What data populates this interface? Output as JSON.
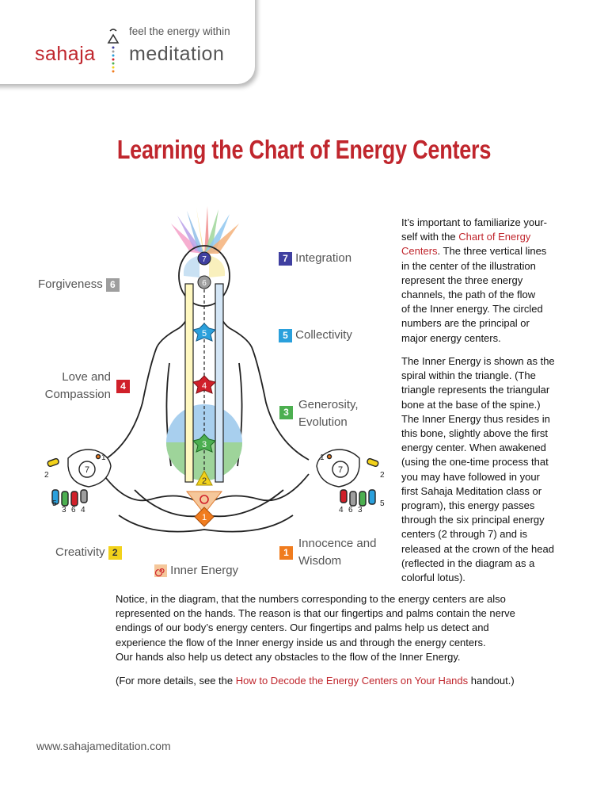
{
  "brand": {
    "name_left": "sahaja",
    "tagline": "feel the energy within",
    "name_right": "meditation"
  },
  "title": "Learning the Chart of Energy Centers",
  "labels": {
    "integration": {
      "text": "Integration",
      "num": "7"
    },
    "forgiveness": {
      "text": "Forgiveness",
      "num": "6"
    },
    "collectivity": {
      "text": "Collectivity",
      "num": "5"
    },
    "love_1": "Love and",
    "love_2": "Compassion",
    "love_num": "4",
    "generosity_1": "Generosity,",
    "generosity_2": "Evolution",
    "generosity_num": "3",
    "creativity": {
      "text": "Creativity",
      "num": "2"
    },
    "innocence_1": "Innocence and",
    "innocence_2": "Wisdom",
    "innocence_num": "1",
    "inner_energy": "Inner Energy"
  },
  "colors": {
    "brand_red": "#c0262d",
    "c1": "#f07c1e",
    "c2": "#f2d21b",
    "c3": "#4caf50",
    "c4": "#d0202a",
    "c5": "#2aa0dc",
    "c6": "#9e9e9e",
    "c7": "#3f3fa0"
  },
  "diagram": {
    "center_numbers": [
      "7",
      "6",
      "5",
      "4",
      "3",
      "2",
      "1"
    ],
    "hand_left_numbers": [
      "1",
      "7",
      "2",
      "5",
      "3",
      "6",
      "4"
    ],
    "hand_right_numbers": [
      "1",
      "7",
      "2",
      "5",
      "4",
      "6",
      "3"
    ]
  },
  "right_column": {
    "p1_a": "It’s important to familiarize your-",
    "p1_b": "self with the ",
    "p1_link_a": "Chart of Energy",
    "p1_link_b": "Centers",
    "p1_c": ". The three vertical lines",
    "p1_d": "in the center of the illustration",
    "p1_e": "represent the three energy",
    "p1_f": "channels, the path of the flow",
    "p1_g": "of the Inner energy. The circled",
    "p1_h": "numbers are the principal or",
    "p1_i": "major energy centers.",
    "p2": [
      "The Inner Energy is shown as the",
      "spiral within the triangle. (The",
      "triangle represents the triangular",
      "bone at the base of the spine.)",
      "The Inner Energy thus resides in",
      "this bone, slightly above the first",
      "energy center. When awakened",
      "(using the one-time process that",
      "you may have followed in your",
      "first Sahaja Meditation class or",
      "program), this energy passes",
      "through the six principal energy",
      "centers (2 through 7) and is",
      "released at the crown of the head",
      "(reflected in the diagram as a",
      "colorful lotus)."
    ]
  },
  "bottom": {
    "lines": [
      "Notice, in the diagram, that the numbers corresponding to the energy centers are also",
      "represented on the hands. The reason is that our fingertips and palms contain the nerve",
      "endings of our body’s energy centers. Our fingertips and palms help us detect and",
      "experience the flow of the Inner energy inside us and through the energy centers.",
      "Our hands also help us detect any obstacles to the flow of the Inner Energy."
    ],
    "note_pre": "(For more details, see the ",
    "note_link": "How to Decode the Energy Centers on Your Hands",
    "note_post": " handout.)"
  },
  "footer": "www.sahajameditation.com"
}
